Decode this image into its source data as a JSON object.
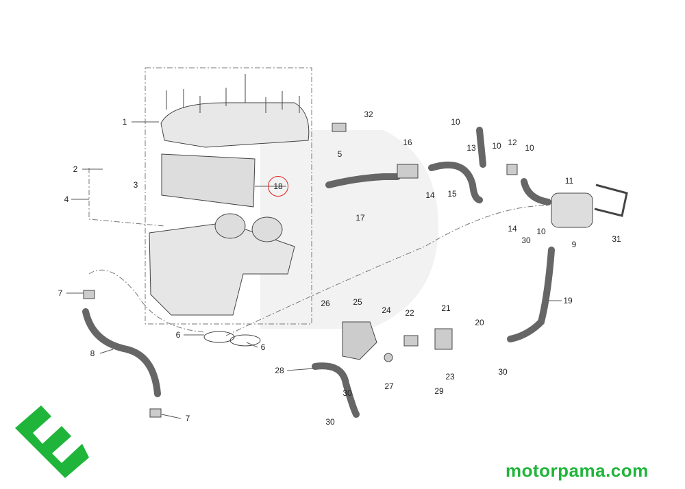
{
  "diagram": {
    "labels": [
      "1",
      "2",
      "3",
      "4",
      "5",
      "32",
      "16",
      "17",
      "14",
      "15",
      "10",
      "13",
      "10",
      "12",
      "10",
      "11",
      "14",
      "10",
      "30",
      "9",
      "31",
      "19",
      "26",
      "25",
      "24",
      "22",
      "21",
      "20",
      "7",
      "8",
      "6",
      "6",
      "28",
      "30",
      "27",
      "23",
      "29",
      "30",
      "30",
      "7"
    ],
    "highlighted_label": "18",
    "brand_text": "motorpama.com",
    "colors": {
      "brand": "#1fb53a",
      "highlight": "#e02020",
      "line": "#555555"
    }
  }
}
